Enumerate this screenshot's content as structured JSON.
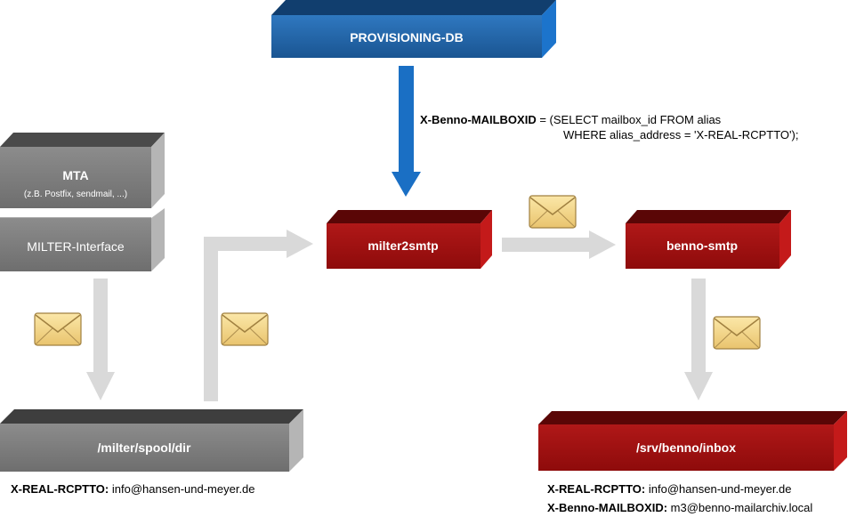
{
  "nodes": {
    "provisioning_db": {
      "label": "PROVISIONING-DB"
    },
    "mta": {
      "title": "MTA",
      "subtitle": "(z.B. Postfix, sendmail, ...)",
      "interface_label": "MILTER-Interface"
    },
    "milter2smtp": {
      "label": "milter2smtp"
    },
    "benno_smtp": {
      "label": "benno-smtp"
    },
    "spool_dir": {
      "label": "/milter/spool/dir"
    },
    "inbox": {
      "label": "/srv/benno/inbox"
    }
  },
  "query": {
    "header_key": "X-Benno-MAILBOXID",
    "line1": " = (SELECT mailbox_id FROM alias",
    "line2": "WHERE alias_address = 'X-REAL-RCPTTO');"
  },
  "spool_header": {
    "key": "X-REAL-RCPTTO:",
    "value": "info@hansen-und-meyer.de"
  },
  "inbox_headers": [
    {
      "key": "X-REAL-RCPTTO:",
      "value": "info@hansen-und-meyer.de"
    },
    {
      "key": "X-Benno-MAILBOXID:",
      "value": "m3@benno-mailarchiv.local"
    }
  ],
  "icons": [
    "envelope-icon"
  ],
  "colors": {
    "db_blue": "#1f5fa0",
    "node_red": "#a01010",
    "node_gray": "#7a7a7a",
    "arrow_gray": "#d9d9d9",
    "arrow_blue": "#1a6fc4",
    "envelope": "#f5d98c"
  }
}
